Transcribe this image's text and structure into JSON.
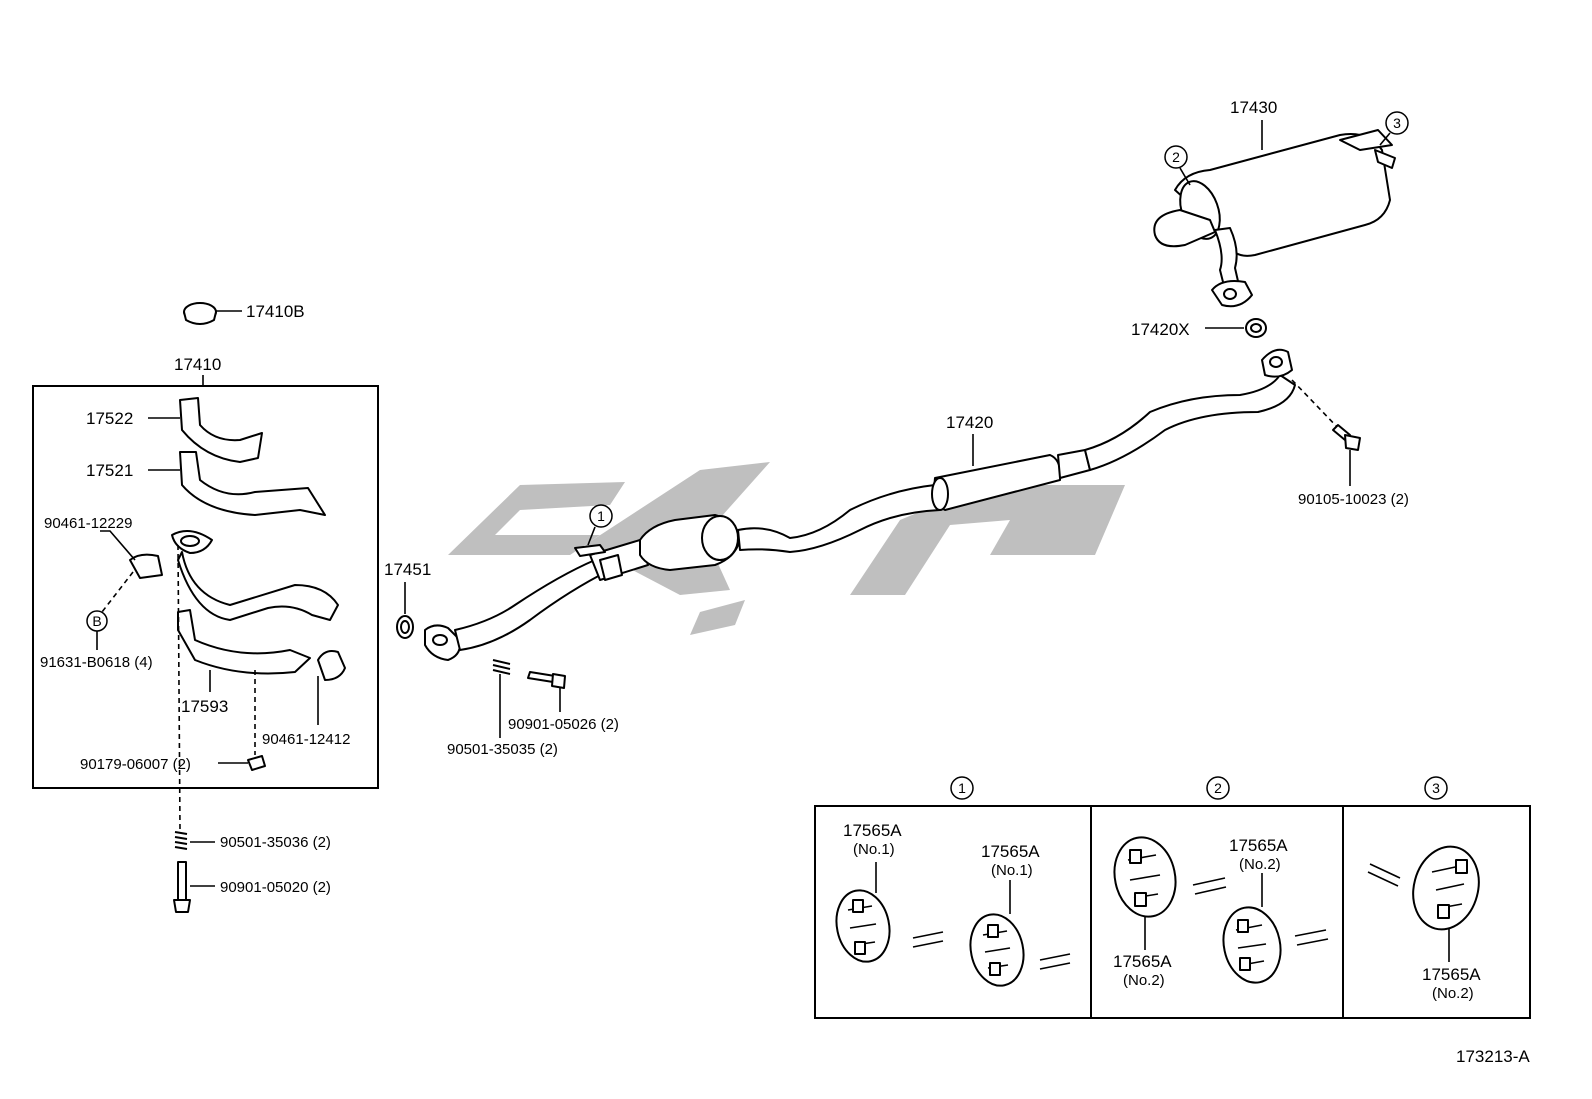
{
  "diagram": {
    "code": "173213-A",
    "watermark_color": "#bfbfbf",
    "parts": {
      "p17410B": "17410B",
      "p17410": "17410",
      "p17522": "17522",
      "p17521": "17521",
      "p90461_12229": "90461-12229",
      "b_marker": "B",
      "p91631": "91631-B0618 (4)",
      "p17593": "17593",
      "p90461_12412": "90461-12412",
      "p90179": "90179-06007 (2)",
      "p90501_35036": "90501-35036 (2)",
      "p90901_05020": "90901-05020 (2)",
      "p17451": "17451",
      "p90901_05026": "90901-05026 (2)",
      "p90501_35035": "90501-35035 (2)",
      "p17420": "17420",
      "p17430": "17430",
      "p17420X": "17420X",
      "p90105": "90105-10023 (2)"
    },
    "callouts": [
      "1",
      "2",
      "3"
    ],
    "detail": {
      "panel1": {
        "a_num": "17565A",
        "a_sub": "(No.1)",
        "b_num": "17565A",
        "b_sub": "(No.1)"
      },
      "panel2": {
        "a_num": "17565A",
        "a_sub": "(No.2)",
        "b_num": "17565A",
        "b_sub": "(No.2)"
      },
      "panel3": {
        "a_num": "17565A",
        "a_sub": "(No.2)"
      }
    }
  }
}
